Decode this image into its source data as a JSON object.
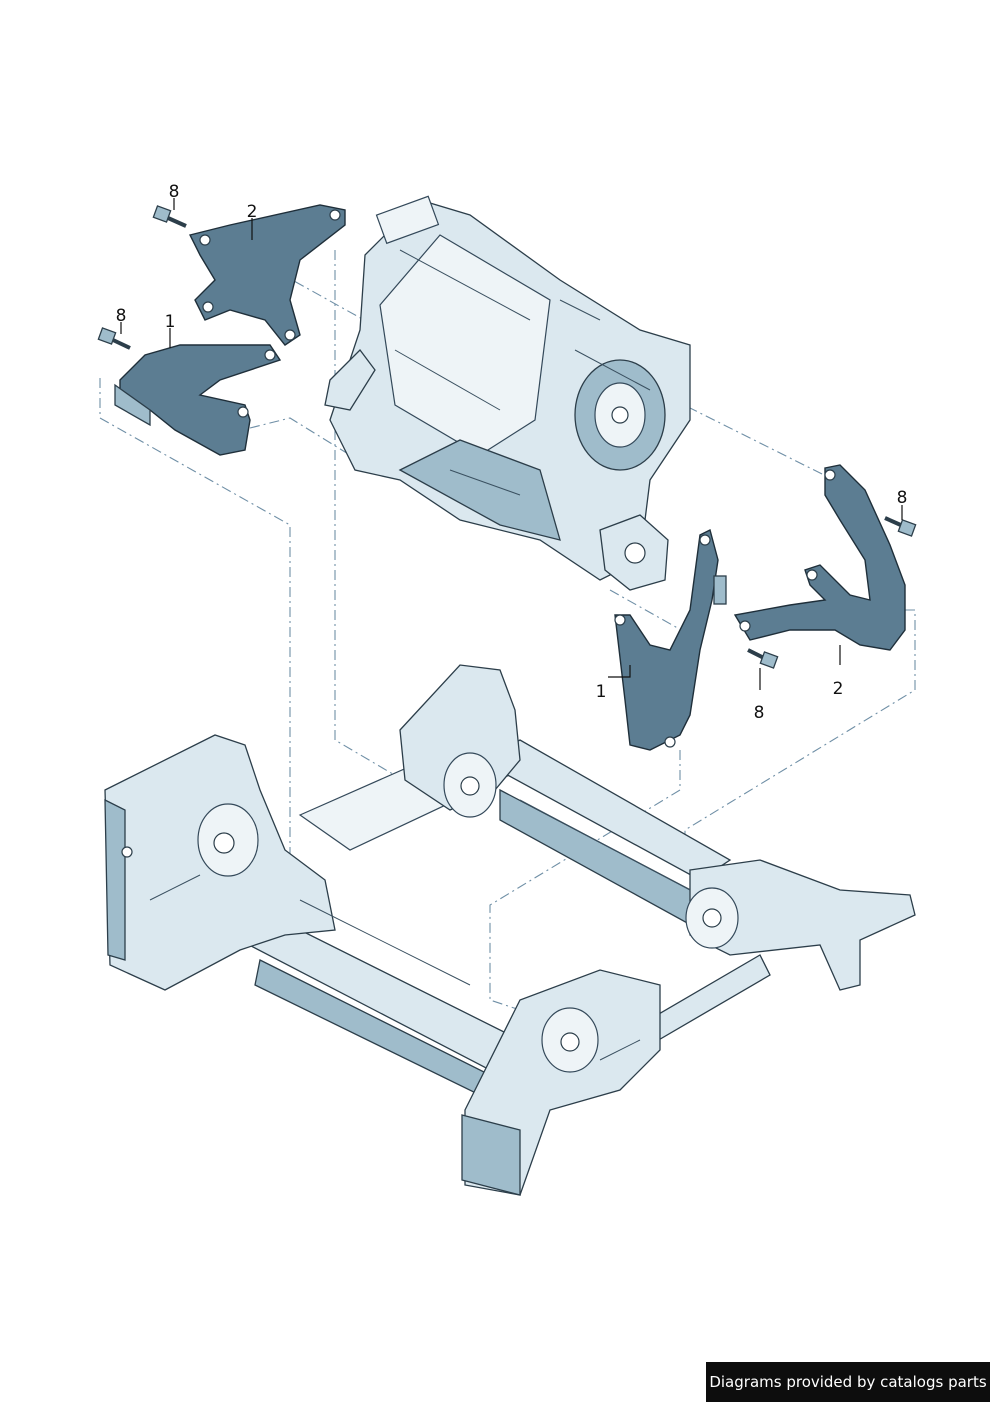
{
  "callouts": [
    {
      "label": "8"
    },
    {
      "label": "2"
    },
    {
      "label": "8"
    },
    {
      "label": "1"
    },
    {
      "label": "8"
    },
    {
      "label": "1"
    },
    {
      "label": "8"
    },
    {
      "label": "2"
    }
  ],
  "footer": {
    "credit_text": "Diagrams provided by catalogs parts"
  },
  "colors": {
    "part_dark": "#5c7d92",
    "part_mid": "#9fbccb",
    "part_light": "#dbe8ef",
    "leader": "#111111",
    "dashed_line": "#6f8fa6",
    "footer_bg": "#0d0d0d"
  }
}
